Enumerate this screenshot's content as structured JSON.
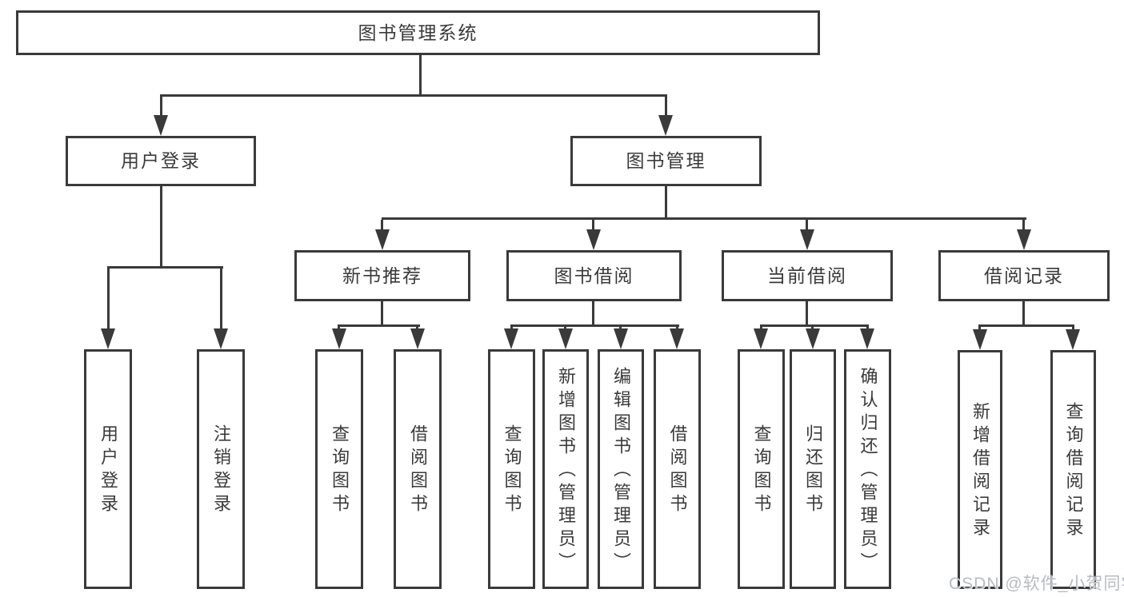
{
  "diagram": {
    "root": {
      "label": "图书管理系统"
    },
    "branches": [
      {
        "label": "用户登录",
        "children": [
          {
            "label": "用户登录"
          },
          {
            "label": "注销登录"
          }
        ]
      },
      {
        "label": "图书管理",
        "children": [
          {
            "label": "新书推荐",
            "children": [
              {
                "label": "查询图书"
              },
              {
                "label": "借阅图书"
              }
            ]
          },
          {
            "label": "图书借阅",
            "children": [
              {
                "label": "查询图书"
              },
              {
                "label": "新增图书（管理员）"
              },
              {
                "label": "编辑图书（管理员）"
              },
              {
                "label": "借阅图书"
              }
            ]
          },
          {
            "label": "当前借阅",
            "children": [
              {
                "label": "查询图书"
              },
              {
                "label": "归还图书"
              },
              {
                "label": "确认归还（管理员）"
              }
            ]
          },
          {
            "label": "借阅记录",
            "children": [
              {
                "label": "新增借阅记录"
              },
              {
                "label": "查询借阅记录"
              }
            ]
          }
        ]
      }
    ],
    "watermark": "CSDN @软件_小贺同学",
    "colors": {
      "line": "#3a3a3a",
      "box_border": "#3a3a3a",
      "text": "#3a3a3a",
      "box_background": "#ffffff",
      "watermark": "#b7bbc1",
      "background": "#ffffff"
    }
  }
}
